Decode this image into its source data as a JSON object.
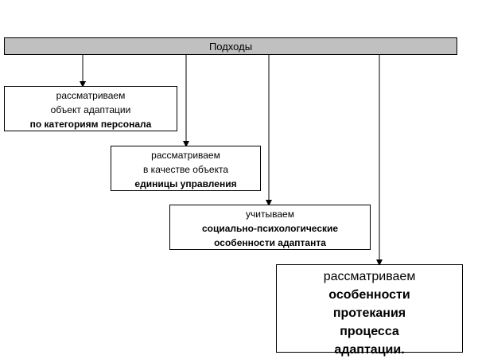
{
  "header": {
    "label": "Подходы"
  },
  "boxes": [
    {
      "lines": [
        "рассматриваем",
        "объект адаптации"
      ],
      "bold": "по категориям персонала"
    },
    {
      "lines": [
        "рассматриваем",
        "в качестве объекта"
      ],
      "bold": "единицы управления"
    },
    {
      "lines": [
        "учитываем"
      ],
      "bold_lines": [
        "социально-психологические",
        "особенности адаптанта"
      ]
    },
    {
      "lines": [
        "рассматриваем"
      ],
      "bold_lines": [
        "особенности",
        "протекания",
        "процесса",
        "адаптации."
      ]
    }
  ],
  "colors": {
    "header_bg": "#c0c0c0",
    "line": "#000000",
    "box_bg": "#ffffff"
  }
}
